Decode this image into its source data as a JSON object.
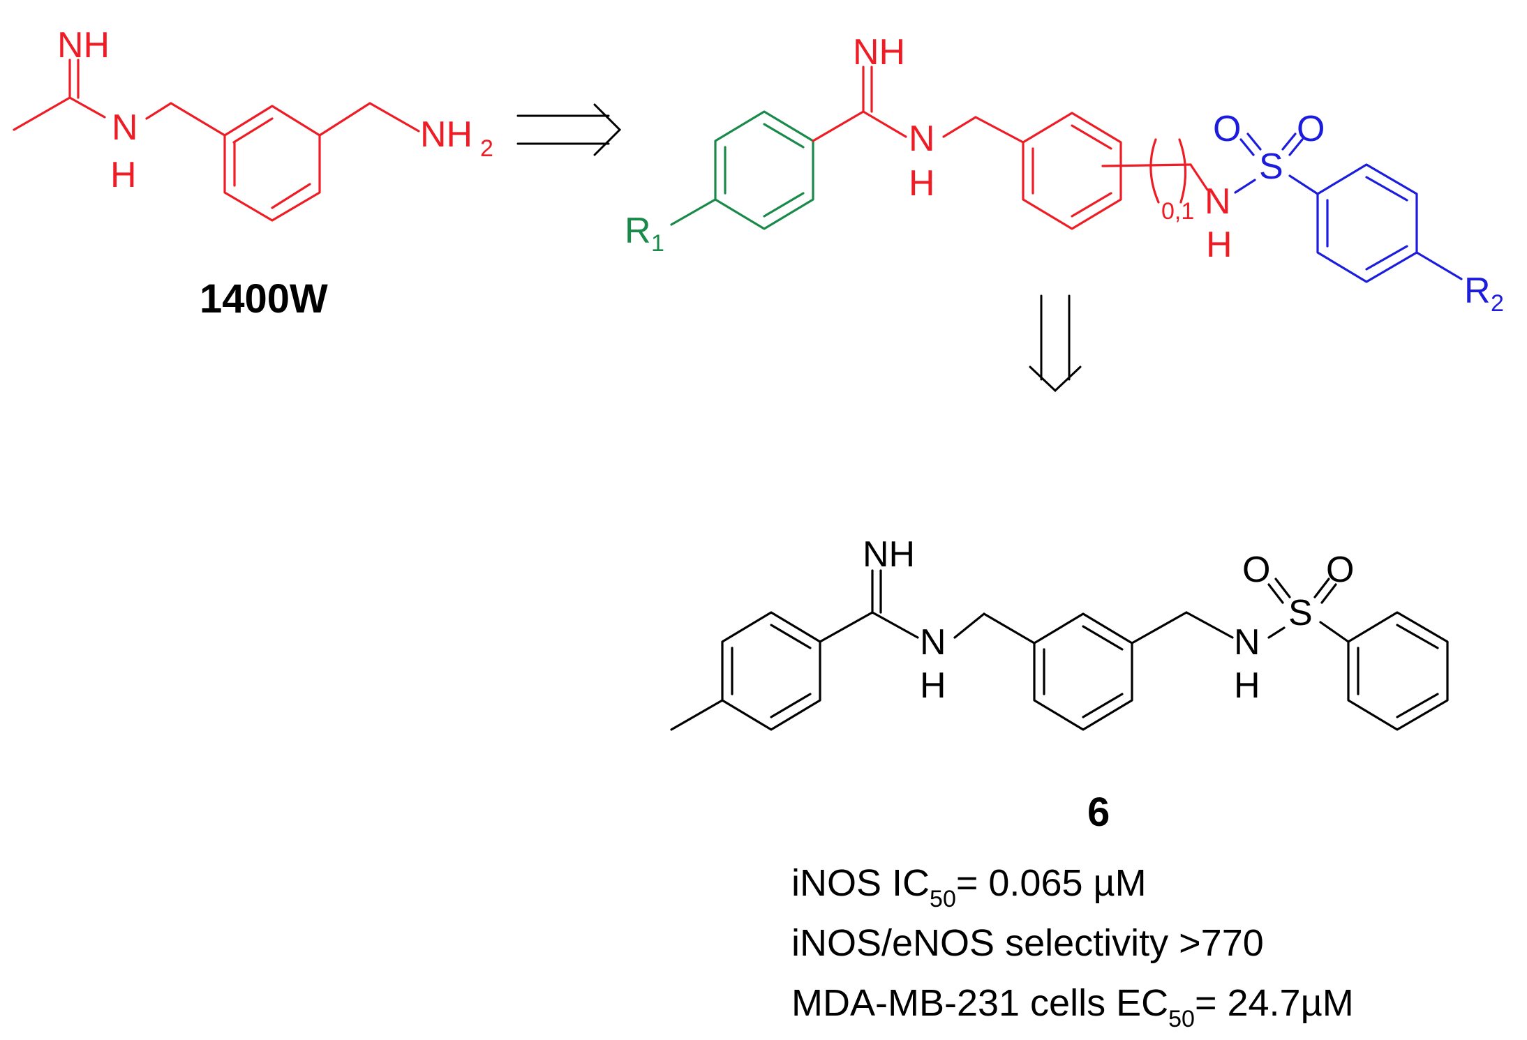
{
  "colors": {
    "lead": "#ee1c24",
    "r1_ring": "#1a8a4a",
    "r2_ring": "#1c1cdc",
    "black": "#000000"
  },
  "lead": {
    "caption": "1400W",
    "imine": "NH",
    "n": "N",
    "h": "H",
    "amine": "NH",
    "amine_sub": "2"
  },
  "general": {
    "imine": "NH",
    "n_amidine": "N",
    "h_amidine": "H",
    "r1": "R",
    "r1_sub": "1",
    "linker": "0,1",
    "n_sulfonamide": "N",
    "h_sulfonamide": "H",
    "s": "S",
    "o1": "O",
    "o2": "O",
    "r2": "R",
    "r2_sub": "2"
  },
  "compound6": {
    "caption": "6",
    "imine": "NH",
    "n_amidine": "N",
    "h_amidine": "H",
    "n_sulfonamide": "N",
    "h_sulfonamide": "H",
    "s": "S",
    "o1": "O",
    "o2": "O",
    "properties": {
      "ic50_prefix": "iNOS IC",
      "ic50_sub": "50",
      "ic50_value": "= 0.065 µM",
      "selectivity": "iNOS/eNOS selectivity >770",
      "ec50_prefix": "MDA-MB-231 cells EC",
      "ec50_sub": "50",
      "ec50_value": "= 24.7µM"
    }
  }
}
